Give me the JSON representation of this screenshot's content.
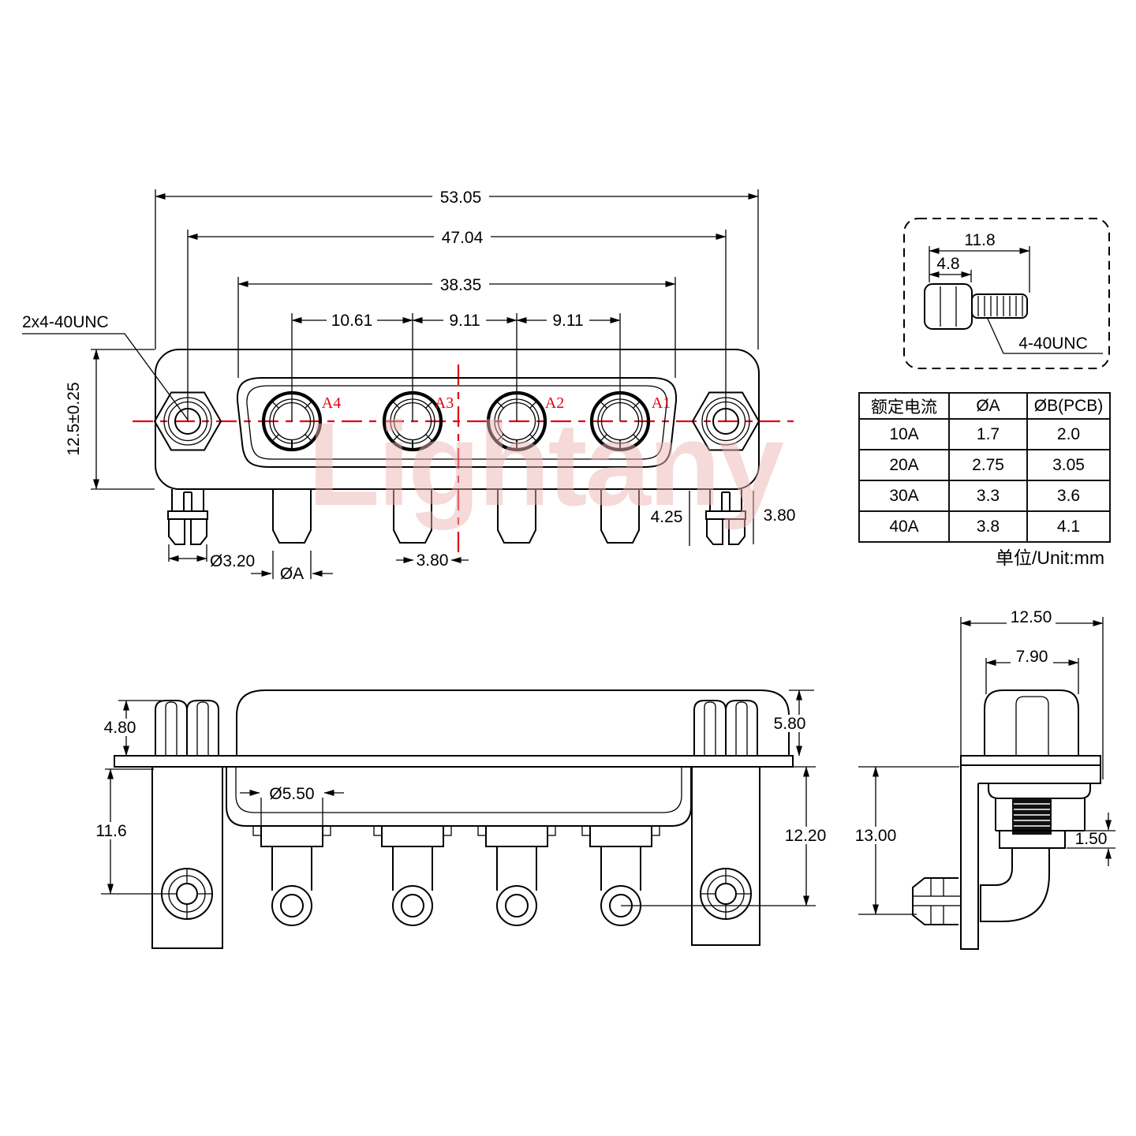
{
  "colors": {
    "line": "#000000",
    "red_accent": "#e60012",
    "watermark_pink": "#eeb4b4"
  },
  "watermark_text": "Lightany",
  "front_view": {
    "dim_53_05": "53.05",
    "dim_47_04": "47.04",
    "dim_38_35": "38.35",
    "dim_10_61": "10.61",
    "dim_9_11_a": "9.11",
    "dim_9_11_b": "9.11",
    "thread_label": "2x4-40UNC",
    "dim_height": "12.5±0.25",
    "dim_leg_dia": "Ø3.20",
    "dim_pin_dia": "ØA",
    "dim_3_80_mid": "3.80",
    "dim_4_25": "4.25",
    "dim_3_80_right": "3.80",
    "pin_labels": [
      "A4",
      "A3",
      "A2",
      "A1"
    ]
  },
  "screw_detail": {
    "dim_11_8": "11.8",
    "dim_4_8": "4.8",
    "thread_label": "4-40UNC"
  },
  "spec_table": {
    "headers": [
      "额定电流",
      "ØA",
      "ØB(PCB)"
    ],
    "rows": [
      [
        "10A",
        "1.7",
        "2.0"
      ],
      [
        "20A",
        "2.75",
        "3.05"
      ],
      [
        "30A",
        "3.3",
        "3.6"
      ],
      [
        "40A",
        "3.8",
        "4.1"
      ]
    ],
    "unit_note": "单位/Unit:mm"
  },
  "side_view": {
    "dim_4_80": "4.80",
    "dim_5_80": "5.80",
    "dim_11_6": "11.6",
    "dim_pin_dia": "Ø5.50",
    "dim_12_20": "12.20"
  },
  "right_view": {
    "dim_12_50": "12.50",
    "dim_7_90": "7.90",
    "dim_13_00": "13.00",
    "dim_1_50": "1.50"
  }
}
